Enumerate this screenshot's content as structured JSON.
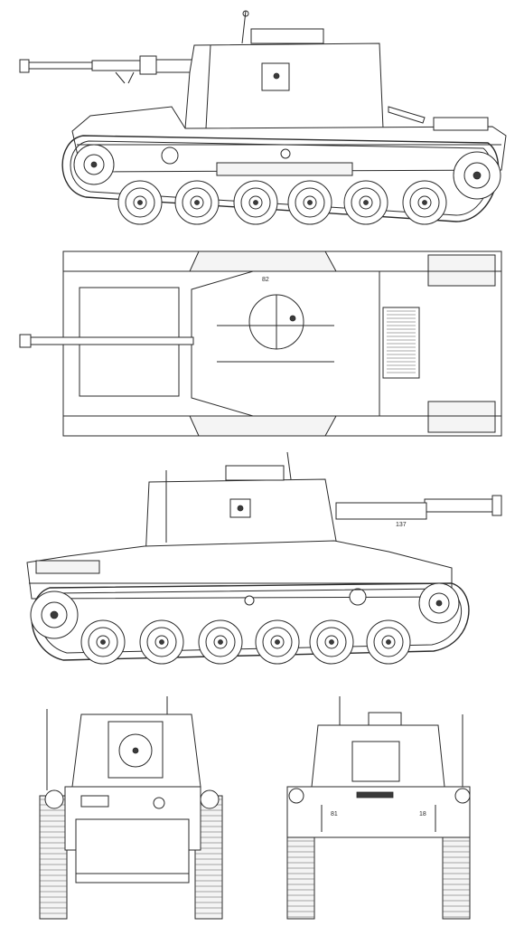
{
  "drawing": {
    "views": [
      {
        "id": "left-side",
        "name": "left-side-view"
      },
      {
        "id": "top",
        "name": "top-view"
      },
      {
        "id": "right-side",
        "name": "right-side-view"
      },
      {
        "id": "front",
        "name": "front-view"
      },
      {
        "id": "rear",
        "name": "rear-view"
      }
    ],
    "markings": {
      "top_view_number": "82",
      "right_side_number": "137",
      "rear_left_number": "81",
      "rear_right_number": "18"
    },
    "colors": {
      "line": "#2a2a2a",
      "paper": "#ffffff",
      "shade": "#f4f4f4"
    }
  }
}
